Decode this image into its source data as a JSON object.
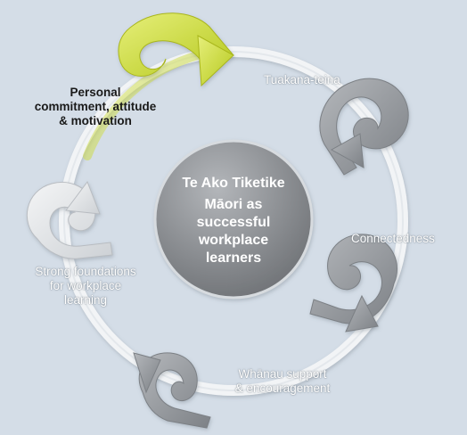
{
  "center": {
    "title": "Te Ako Tiketike",
    "subtitle_lines": [
      "Māori as",
      "successful",
      "workplace",
      "learners"
    ]
  },
  "segments": [
    {
      "label_lines": [
        "Tuakana-teina"
      ]
    },
    {
      "label_lines": [
        "Connectedness"
      ]
    },
    {
      "label_lines": [
        "Whānau support",
        "& encouragement"
      ]
    },
    {
      "label_lines": [
        "Strong foundations",
        "for workplace",
        "learning"
      ]
    },
    {
      "label_lines": [
        "Personal",
        "commitment, attitude",
        "& motivation"
      ]
    }
  ],
  "colors": {
    "background": "#d4dde7",
    "ring": "#f2f4f6",
    "accent_green": "#c7d82f",
    "grey_dark": "#8d9196",
    "grey_light": "#d9dcdf",
    "center_circle": "#8a8d91"
  }
}
